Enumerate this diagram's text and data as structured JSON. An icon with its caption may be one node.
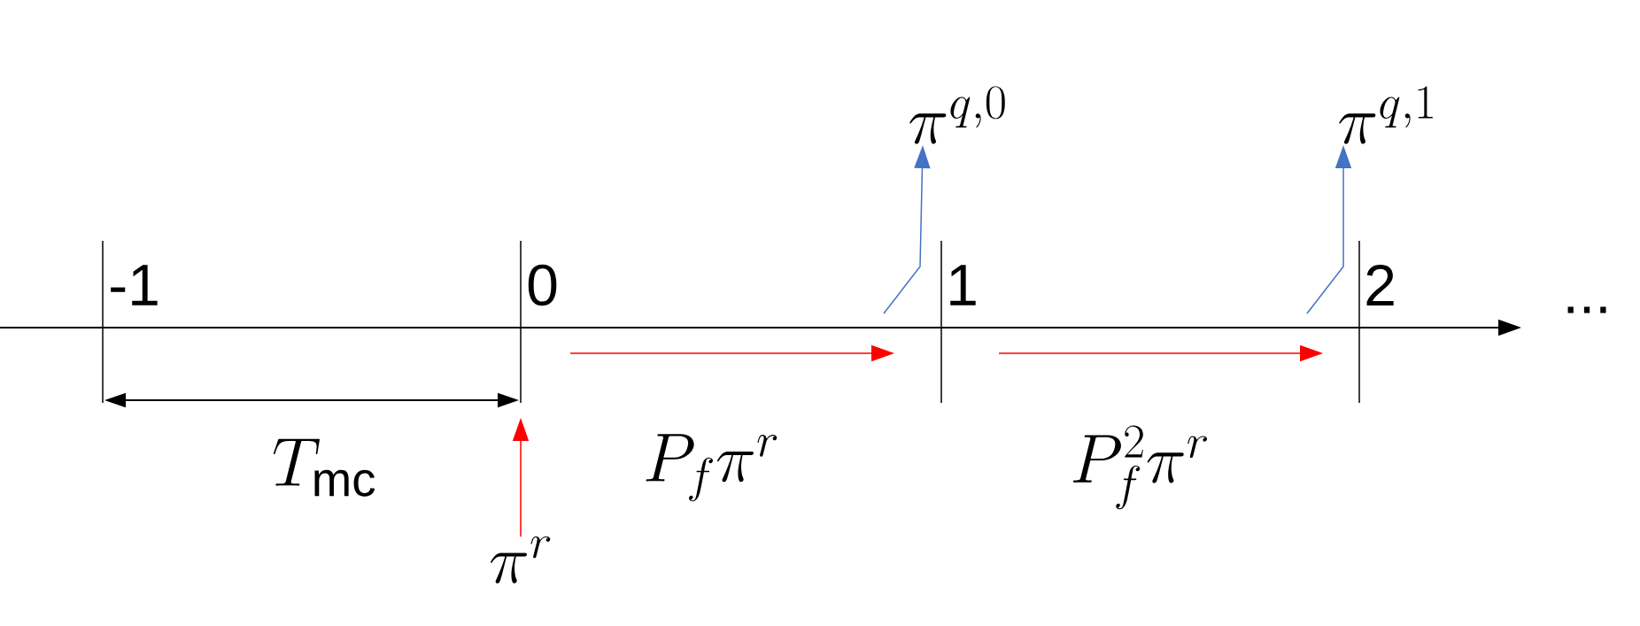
{
  "diagram": {
    "nodes": [
      {
        "text": [
          "\\pi^r"
        ]
      },
      {
        "text": [
          "\\pi^{q,0}"
        ]
      },
      {
        "text": [
          "\\pi^{q,1}"
        ]
      }
    ],
    "edges": [
      {
        "from": 0,
        "to": null,
        "arrow": "to",
        "color": "#ff0000"
      },
      {
        "from": null,
        "to": 1,
        "arrow": "to",
        "color": "#4472c4"
      },
      {
        "from": null,
        "to": 2,
        "arrow": "to",
        "color": "#4472c4"
      }
    ],
    "labels": [
      "-1",
      "0",
      "1",
      "2",
      "...",
      "T_{\\mathrm{mc}}",
      "P_f \\pi^r",
      "P_f^2 \\pi^r"
    ]
  }
}
